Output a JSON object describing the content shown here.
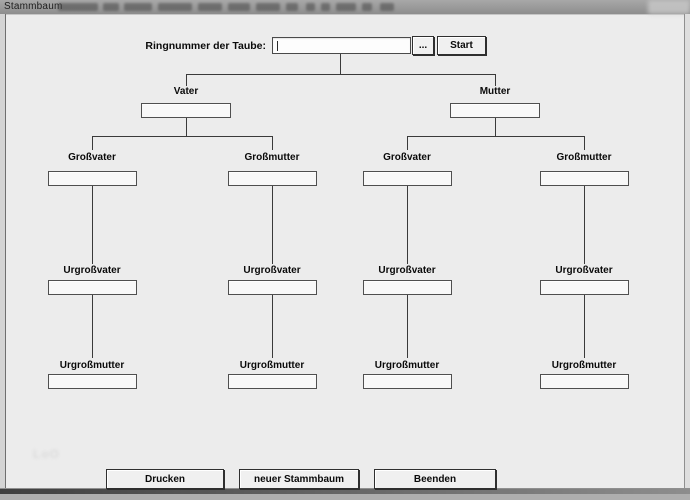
{
  "window": {
    "title": "Stammbaum"
  },
  "ring_form": {
    "label": "Ringnummer der Taube:",
    "value": "",
    "browse_button": "...",
    "start_button": "Start"
  },
  "tree": {
    "father": {
      "label": "Vater",
      "value": ""
    },
    "mother": {
      "label": "Mutter",
      "value": ""
    },
    "columns": [
      {
        "grandparent_label": "Großvater",
        "grandparent_value": "",
        "great_grandfather_label": "Urgroßvater",
        "great_grandfather_value": "",
        "great_grandmother_label": "Urgroßmutter",
        "great_grandmother_value": ""
      },
      {
        "grandparent_label": "Großmutter",
        "grandparent_value": "",
        "great_grandfather_label": "Urgroßvater",
        "great_grandfather_value": "",
        "great_grandmother_label": "Urgroßmutter",
        "great_grandmother_value": ""
      },
      {
        "grandparent_label": "Großvater",
        "grandparent_value": "",
        "great_grandfather_label": "Urgroßvater",
        "great_grandfather_value": "",
        "great_grandmother_label": "Urgroßmutter",
        "great_grandmother_value": ""
      },
      {
        "grandparent_label": "Großmutter",
        "grandparent_value": "",
        "great_grandfather_label": "Urgroßvater",
        "great_grandfather_value": "",
        "great_grandmother_label": "Urgroßmutter",
        "great_grandmother_value": ""
      }
    ]
  },
  "footer": {
    "print_button": "Drucken",
    "new_button": "neuer Stammbaum",
    "exit_button": "Beenden"
  },
  "colors": {
    "titlebar_bg": "#9c9c9c",
    "window_bg": "#ececec",
    "connector": "#3a3a3a",
    "field_border": "#4f4f4f"
  }
}
